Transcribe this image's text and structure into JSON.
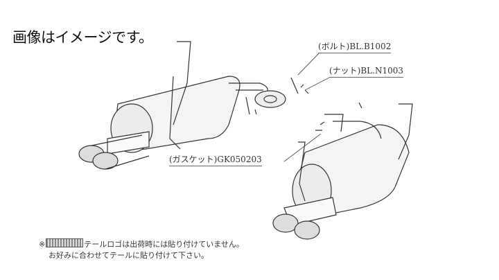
{
  "title": "画像はイメージです。",
  "labels": {
    "bolt": "(ボルト)BL.B1002",
    "nut": "(ナット)BL.N1003",
    "gasket": "(ガスケット)GK050203"
  },
  "notes": {
    "mark": "※",
    "line1": "テールロゴは出荷時には貼り付けていません。",
    "line2": "お好みに合わせてテールに貼り付けて下さい。"
  }
}
